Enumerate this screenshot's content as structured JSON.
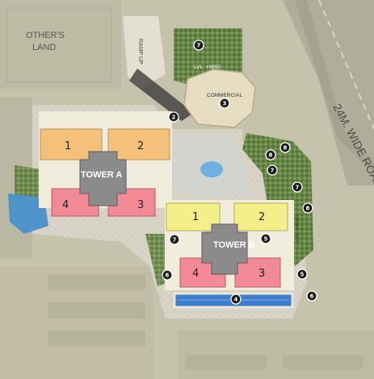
{
  "labels": {
    "others_land_1": "OTHER'S",
    "others_land_2": "LAND",
    "ramp_up": "RAMP UP",
    "road": "24M. WIDE ROAD",
    "commercial": "COMMERCIAL",
    "lvl_top": "LVL. +9950",
    "lvl_right": "LVL. +9950",
    "tower_a": "TOWER A",
    "tower_b": "TOWER B"
  },
  "tower_a_units": [
    "1",
    "2",
    "4",
    "3"
  ],
  "tower_b_units": [
    "1",
    "2",
    "4",
    "3"
  ],
  "markers": [
    "7",
    "2",
    "3",
    "8",
    "8",
    "7",
    "7",
    "8",
    "5",
    "7",
    "6",
    "5",
    "4",
    "6"
  ],
  "colors": {
    "unit_1_2_tower_a": "#f5c17a",
    "unit_3_4": "#f28a96",
    "unit_1_2_tower_b": "#f3f08a",
    "core": "#8b8b8b",
    "pool": "#3c7ecb",
    "greenery": "#5f7d42"
  }
}
